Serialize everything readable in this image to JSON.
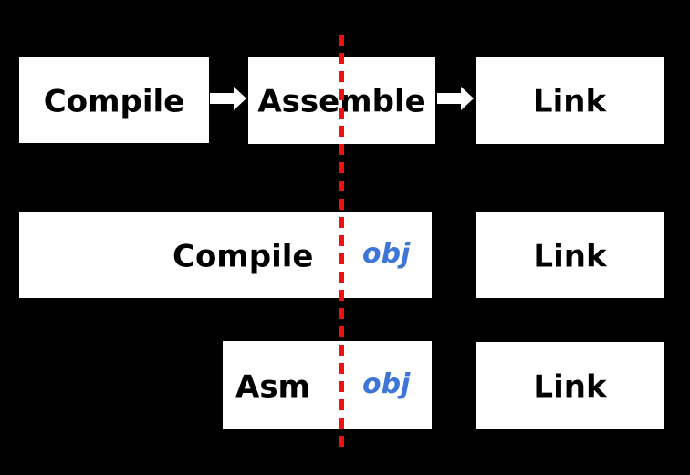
{
  "colors": {
    "background": "#000000",
    "box_fill": "#ffffff",
    "label_text": "#000000",
    "obj_blue": "#3d76d6",
    "divider_red": "#ee1111",
    "arrow_white": "#ffffff"
  },
  "pipeline": {
    "top_row": {
      "compile": "Compile",
      "assemble": "Assemble",
      "link": "Link"
    },
    "middle_row": {
      "compile": "Compile",
      "obj": "obj",
      "link": "Link"
    },
    "bottom_row": {
      "asm": "Asm",
      "obj": "obj",
      "link": "Link"
    }
  }
}
